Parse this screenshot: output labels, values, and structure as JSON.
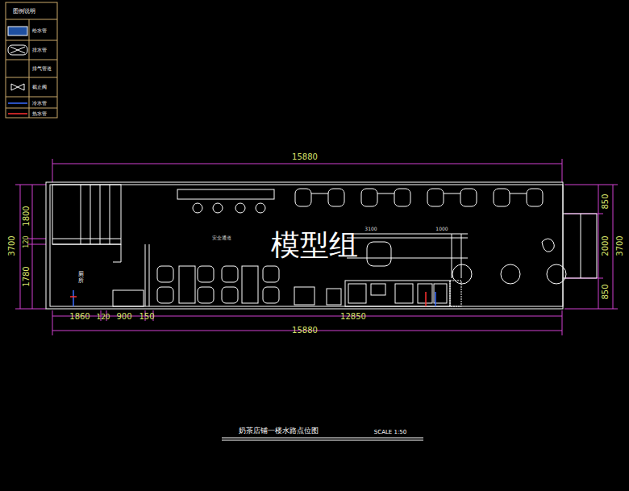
{
  "diagram": {
    "title": "奶茶店铺一楼水路点位图",
    "labels": [
      "15880",
      "3700",
      "1800",
      "120",
      "1780",
      "850",
      "2000",
      "850",
      "3700",
      "1860",
      "120",
      "900",
      "150",
      "12850",
      "15880",
      "安全通道",
      "3100",
      "1000",
      "厕所",
      "模型组",
      "SCALE 1:50",
      "图例说明"
    ],
    "legend": [
      {
        "text": "给水管"
      },
      {
        "text": "排水管"
      },
      {
        "text": "排气管道"
      },
      {
        "text": "截止阀"
      },
      {
        "text": "冷水管"
      },
      {
        "text": "热水管"
      }
    ]
  }
}
